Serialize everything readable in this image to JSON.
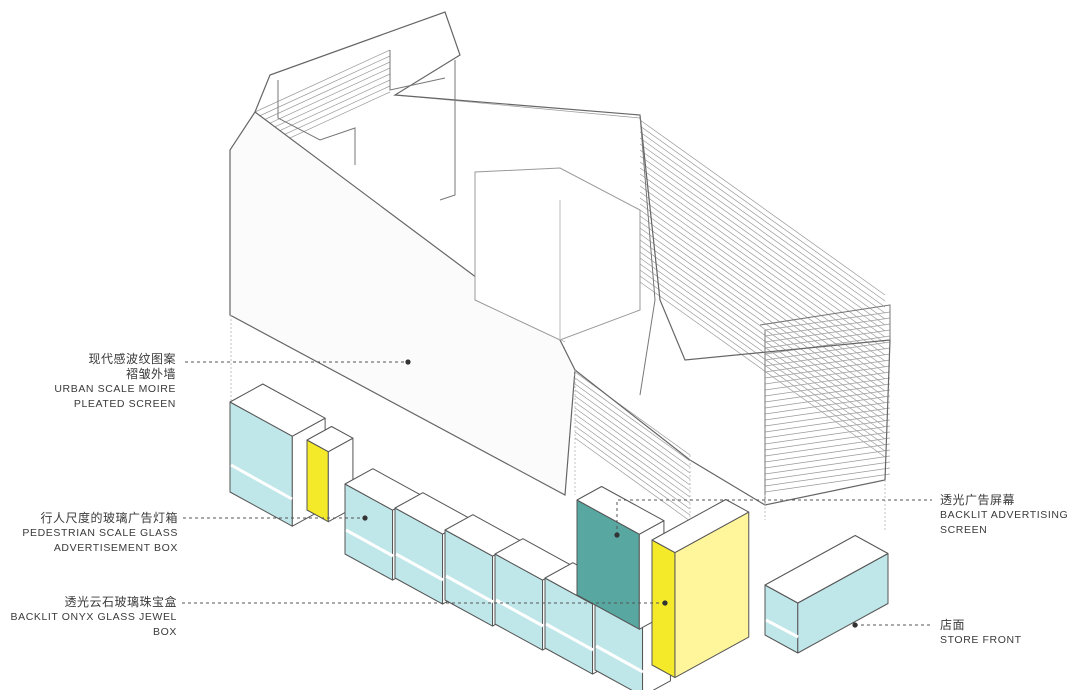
{
  "colors": {
    "cyan": "#bfe7ea",
    "teal": "#58a7a1",
    "yellow": "#f4ea2a",
    "pale_yellow": "#fff59a",
    "line": "#6d6d6d",
    "wall": "#8c8c8c"
  },
  "labels": {
    "moire": {
      "zh1": "现代感波纹图案",
      "zh2": "褶皱外墙",
      "en1": "URBAN SCALE MOIRE",
      "en2": "PLEATED SCREEN"
    },
    "pedestrian": {
      "zh": "行人尺度的玻璃广告灯箱",
      "en1": "PEDESTRIAN SCALE GLASS",
      "en2": "ADVERTISEMENT BOX"
    },
    "onyx": {
      "zh": "透光云石玻璃珠宝盒",
      "en1": "BACKLIT ONYX GLASS JEWEL",
      "en2": "BOX"
    },
    "screen": {
      "zh": "透光广告屏幕",
      "en1": "BACKLIT ADVERTISING",
      "en2": "SCREEN"
    },
    "store": {
      "zh": "店面",
      "en": "STORE FRONT"
    }
  }
}
